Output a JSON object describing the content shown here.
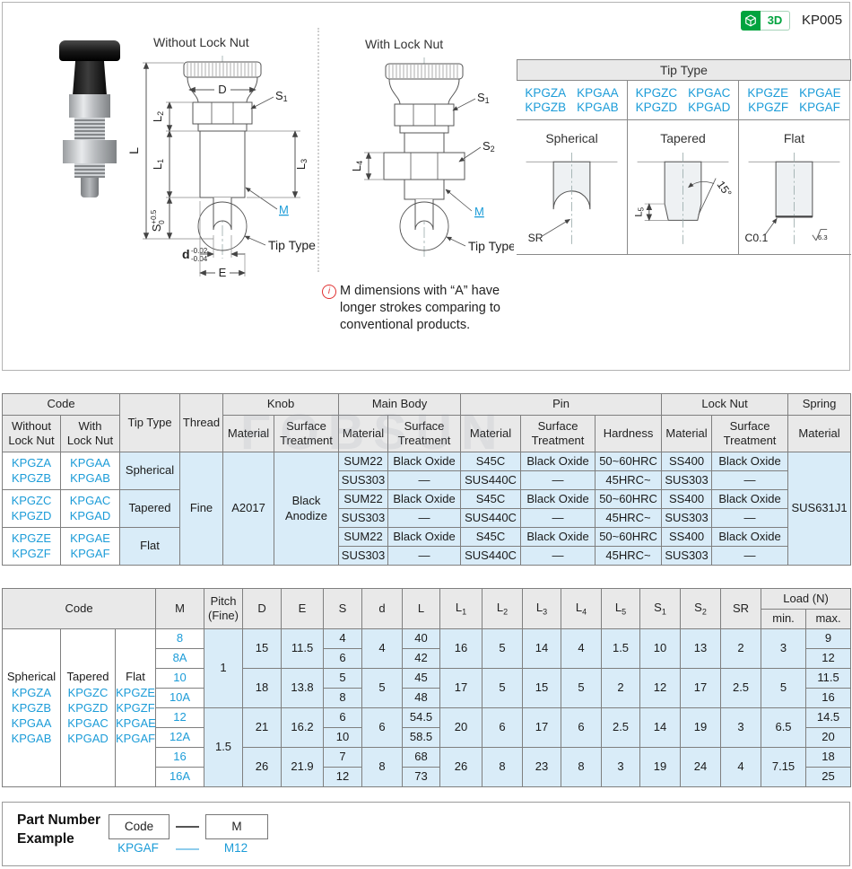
{
  "page": {
    "part_no": "KP005",
    "badge_3d": "3D",
    "watermark": "FOBSUN"
  },
  "drawings": {
    "without_title": "Without Lock Nut",
    "with_title": "With Lock Nut",
    "tip_callout": "Tip Type",
    "dims": {
      "D": "D",
      "L": "L",
      "E": "E",
      "M": "M",
      "S": "S",
      "d": "d",
      "SR": "SR",
      "S_sup": "+0.5",
      "S_sub": "0",
      "d_sup": "-0.02",
      "d_sub": "-0.04",
      "L1": [
        "L",
        "1"
      ],
      "L2": [
        "L",
        "2"
      ],
      "L3": [
        "L",
        "3"
      ],
      "L4": [
        "L",
        "4"
      ],
      "L5": [
        "L",
        "5"
      ],
      "S1": [
        "S",
        "1"
      ],
      "S2": [
        "S",
        "2"
      ],
      "angle": "15°",
      "chamfer": "C0.1",
      "roughness": "6.3"
    }
  },
  "note": {
    "icon": "i",
    "text": "M dimensions with “A” have\nlonger strokes comparing to\nconventional products."
  },
  "tip_panel": {
    "title": "Tip Type",
    "columns": [
      {
        "label": "Spherical",
        "row1": [
          "KPGZA",
          "KPGAA"
        ],
        "row2": [
          "KPGZB",
          "KPGAB"
        ]
      },
      {
        "label": "Tapered",
        "row1": [
          "KPGZC",
          "KPGAC"
        ],
        "row2": [
          "KPGZD",
          "KPGAD"
        ]
      },
      {
        "label": "Flat",
        "row1": [
          "KPGZE",
          "KPGAE"
        ],
        "row2": [
          "KPGZF",
          "KPGAF"
        ]
      }
    ]
  },
  "main_table": {
    "groups": {
      "code": "Code",
      "tip": "Tip Type",
      "thread": "Thread",
      "knob": "Knob",
      "body": "Main Body",
      "pin": "Pin",
      "nut": "Lock Nut",
      "spring": "Spring"
    },
    "cols": {
      "without": "Without\nLock Nut",
      "with": "With\nLock Nut",
      "material": "Material",
      "surface": "Surface\nTreatment",
      "hardness": "Hardness"
    },
    "merged": {
      "thread": "Fine",
      "knob_material": "A2017",
      "knob_surface": "Black\nAnodize",
      "spring": "SUS631J1"
    },
    "pairs": [
      {
        "without": "KPGZA\nKPGZB",
        "with": "KPGAA\nKPGAB",
        "tip": "Spherical"
      },
      {
        "without": "KPGZC\nKPGZD",
        "with": "KPGAC\nKPGAD",
        "tip": "Tapered"
      },
      {
        "without": "KPGZE\nKPGZF",
        "with": "KPGAE\nKPGAF",
        "tip": "Flat"
      }
    ],
    "rows": [
      {
        "body_mat": "SUM22",
        "body_surf": "Black Oxide",
        "pin_mat": "S45C",
        "pin_surf": "Black Oxide",
        "hard": "50~60HRC",
        "nut_mat": "SS400",
        "nut_surf": "Black Oxide"
      },
      {
        "body_mat": "SUS303",
        "body_surf": "—",
        "pin_mat": "SUS440C",
        "pin_surf": "—",
        "hard": "45HRC~",
        "nut_mat": "SUS303",
        "nut_surf": "—"
      },
      {
        "body_mat": "SUM22",
        "body_surf": "Black Oxide",
        "pin_mat": "S45C",
        "pin_surf": "Black Oxide",
        "hard": "50~60HRC",
        "nut_mat": "SS400",
        "nut_surf": "Black Oxide"
      },
      {
        "body_mat": "SUS303",
        "body_surf": "—",
        "pin_mat": "SUS440C",
        "pin_surf": "—",
        "hard": "45HRC~",
        "nut_mat": "SUS303",
        "nut_surf": "—"
      },
      {
        "body_mat": "SUM22",
        "body_surf": "Black Oxide",
        "pin_mat": "S45C",
        "pin_surf": "Black Oxide",
        "hard": "50~60HRC",
        "nut_mat": "SS400",
        "nut_surf": "Black Oxide"
      },
      {
        "body_mat": "SUS303",
        "body_surf": "—",
        "pin_mat": "SUS440C",
        "pin_surf": "—",
        "hard": "45HRC~",
        "nut_mat": "SUS303",
        "nut_surf": "—"
      }
    ]
  },
  "dim_table": {
    "headers": {
      "code": "Code",
      "m": "M",
      "pitch": "Pitch\n(Fine)",
      "D": "D",
      "E": "E",
      "S": "S",
      "d": "d",
      "L": "L",
      "L1": [
        "L",
        "1"
      ],
      "L2": [
        "L",
        "2"
      ],
      "L3": [
        "L",
        "3"
      ],
      "L4": [
        "L",
        "4"
      ],
      "L5": [
        "L",
        "5"
      ],
      "S1": [
        "S",
        "1"
      ],
      "S2": [
        "S",
        "2"
      ],
      "SR": "SR",
      "load": "Load (N)",
      "min": "min.",
      "max": "max."
    },
    "code_groups": [
      {
        "title": "Spherical",
        "codes": [
          "KPGZA",
          "KPGZB",
          "KPGAA",
          "KPGAB"
        ]
      },
      {
        "title": "Tapered",
        "codes": [
          "KPGZC",
          "KPGZD",
          "KPGAC",
          "KPGAD"
        ]
      },
      {
        "title": "Flat",
        "codes": [
          "KPGZE",
          "KPGZF",
          "KPGAE",
          "KPGAF"
        ]
      }
    ],
    "pitches": [
      "1",
      "1.5"
    ],
    "rows": [
      {
        "m": "8",
        "d_big": "15",
        "e": "11.5",
        "s": "4",
        "d": "4",
        "l": "40",
        "l1": "16",
        "l2": "5",
        "l3": "14",
        "l4": "4",
        "l5": "1.5",
        "s1": "10",
        "s2": "13",
        "sr": "2",
        "min": "3",
        "max": "9"
      },
      {
        "m": "8A",
        "s": "6",
        "l": "42",
        "max": "12"
      },
      {
        "m": "10",
        "d_big": "18",
        "e": "13.8",
        "s": "5",
        "d": "5",
        "l": "45",
        "l1": "17",
        "l2": "5",
        "l3": "15",
        "l4": "5",
        "l5": "2",
        "s1": "12",
        "s2": "17",
        "sr": "2.5",
        "min": "5",
        "max": "11.5"
      },
      {
        "m": "10A",
        "s": "8",
        "l": "48",
        "max": "16"
      },
      {
        "m": "12",
        "d_big": "21",
        "e": "16.2",
        "s": "6",
        "d": "6",
        "l": "54.5",
        "l1": "20",
        "l2": "6",
        "l3": "17",
        "l4": "6",
        "l5": "2.5",
        "s1": "14",
        "s2": "19",
        "sr": "3",
        "min": "6.5",
        "max": "14.5"
      },
      {
        "m": "12A",
        "s": "10",
        "l": "58.5",
        "max": "20"
      },
      {
        "m": "16",
        "d_big": "26",
        "e": "21.9",
        "s": "7",
        "d": "8",
        "l": "68",
        "l1": "26",
        "l2": "8",
        "l3": "23",
        "l4": "8",
        "l5": "3",
        "s1": "19",
        "s2": "24",
        "sr": "4",
        "min": "7.15",
        "max": "18"
      },
      {
        "m": "16A",
        "s": "12",
        "l": "73",
        "max": "25"
      }
    ]
  },
  "part_number": {
    "title": "Part Number\nExample",
    "box_code": "Code",
    "box_m": "M",
    "example_code": "KPGAF",
    "example_m": "M12"
  }
}
